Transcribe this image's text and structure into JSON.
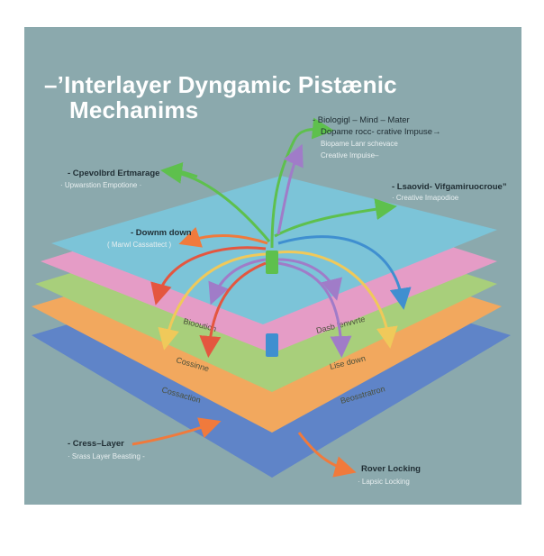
{
  "title": {
    "line1": "–’Interlayer Dyngamic Pistænic",
    "line2": "Mechanims"
  },
  "annotations": {
    "top_right": {
      "line1": "- Biologigl – Mind – Mater",
      "line2": "Dopame rocc- crative Impuse→",
      "line3": "Biopame Lanr schevace",
      "line4": "Creative Impuise–"
    },
    "upper_left": {
      "label": "- Cpevolbrd Ertmarage",
      "sub": "· Upwarstion Empotione ·"
    },
    "right": {
      "label": "- Lsaovid- Vifgamiruocroue”",
      "sub": "· Creative Imapodioe"
    },
    "mid_left": {
      "label": "- Downm down",
      "sub": "( Marwl Cassattect )"
    },
    "bottom_left": {
      "label": "- Cress–Layer",
      "sub": "· Srass Layer Beasting -"
    },
    "bottom_right": {
      "label": "Rover Locking",
      "sub": "· Lapsic Locking"
    }
  },
  "layer_labels": {
    "pink_left": "Biooution",
    "pink_right": "Dasb Ienvvrte",
    "green_left": "Cossinne",
    "green_right": "Lise down",
    "orange_left": "Cossaction",
    "orange_right": "Beosstratron"
  },
  "colors": {
    "background": "#8ba9ad",
    "layer_blue_top": "#7cc4d8",
    "layer_pink": "#e59cc6",
    "layer_green": "#a8cf7b",
    "layer_orange": "#f2a85e",
    "layer_blue_bottom": "#5f84c8",
    "arrow_green": "#5ec04d",
    "arrow_orange": "#f07a3c",
    "arrow_red": "#e4563f",
    "arrow_purple": "#a07cc8",
    "arrow_yellow": "#f0c95a",
    "arrow_blue": "#3f8fd0"
  }
}
